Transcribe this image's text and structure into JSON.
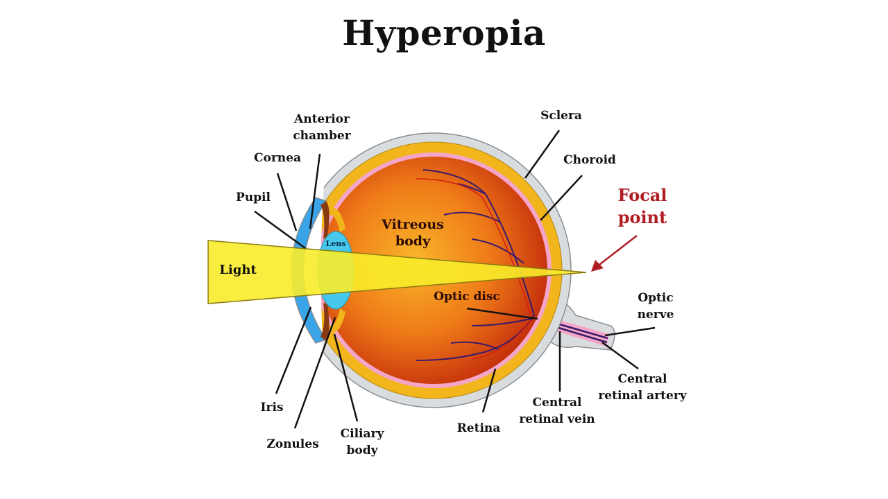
{
  "title": "Hyperopia",
  "labels": {
    "anterior_chamber": [
      "Anterior",
      "chamber"
    ],
    "cornea": "Cornea",
    "pupil": "Pupil",
    "light": "Light",
    "lens": "Lens",
    "vitreous_body": [
      "Vitreous",
      "body"
    ],
    "optic_disc": "Optic disc",
    "sclera": "Sclera",
    "choroid": "Choroid",
    "focal_point": [
      "Focal",
      "point"
    ],
    "optic_nerve": [
      "Optic",
      "nerve"
    ],
    "central_retinal_artery": [
      "Central",
      "retinal artery"
    ],
    "central_retinal_vein": [
      "Central",
      "retinal vein"
    ],
    "retina": "Retina",
    "iris": "Iris",
    "zonules": "Zonules",
    "ciliary_body": [
      "Ciliary",
      "body"
    ]
  },
  "colors": {
    "sclera": "#d9dcdf",
    "choroid": "#f2b51c",
    "retina": "#f4a6c8",
    "vitreous_center": "#f6a21e",
    "vitreous_edge": "#c8320e",
    "cornea": "#3aa4e8",
    "lens": "#45c8ec",
    "light_beam": "#f8ec2a",
    "focal_label": "#b01c24",
    "vessels": "#3a1a6a"
  }
}
